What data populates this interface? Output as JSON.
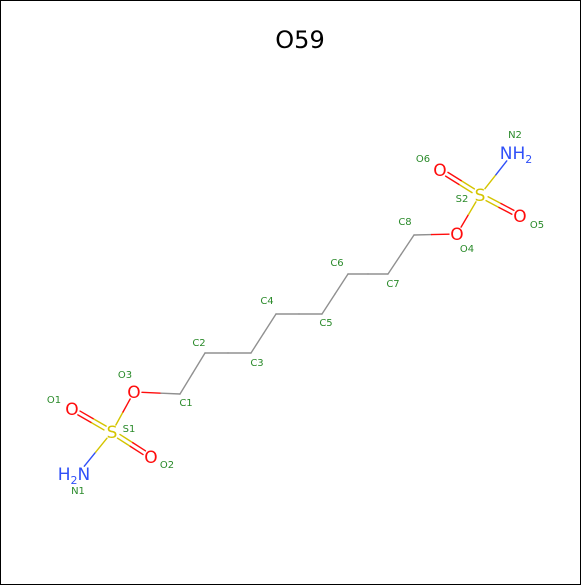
{
  "title": "O59",
  "colors": {
    "carbon_bond": "#909090",
    "oxygen": "#ff0d0d",
    "nitrogen": "#3050f8",
    "sulfur": "#d4c400",
    "label": "#2a8a2a",
    "title": "#000000",
    "border": "#000000"
  },
  "atoms": [
    {
      "id": "C1",
      "symbol": "C",
      "label": "C1"
    },
    {
      "id": "C2",
      "symbol": "C",
      "label": "C2"
    },
    {
      "id": "C3",
      "symbol": "C",
      "label": "C3"
    },
    {
      "id": "C4",
      "symbol": "C",
      "label": "C4"
    },
    {
      "id": "C5",
      "symbol": "C",
      "label": "C5"
    },
    {
      "id": "C6",
      "symbol": "C",
      "label": "C6"
    },
    {
      "id": "C7",
      "symbol": "C",
      "label": "C7"
    },
    {
      "id": "C8",
      "symbol": "C",
      "label": "C8"
    },
    {
      "id": "O1",
      "symbol": "O",
      "label": "O1",
      "text": "O"
    },
    {
      "id": "O2",
      "symbol": "O",
      "label": "O2",
      "text": "O"
    },
    {
      "id": "O3",
      "symbol": "O",
      "label": "O3",
      "text": "O"
    },
    {
      "id": "O4",
      "symbol": "O",
      "label": "O4",
      "text": "O"
    },
    {
      "id": "O5",
      "symbol": "O",
      "label": "O5",
      "text": "O"
    },
    {
      "id": "O6",
      "symbol": "O",
      "label": "O6",
      "text": "O"
    },
    {
      "id": "S1",
      "symbol": "S",
      "label": "S1",
      "text": "S"
    },
    {
      "id": "S2",
      "symbol": "S",
      "label": "S2",
      "text": "S"
    },
    {
      "id": "N1",
      "symbol": "N",
      "label": "N1",
      "text": "H",
      "sub": "2",
      "tail": "N"
    },
    {
      "id": "N2",
      "symbol": "N",
      "label": "N2",
      "text": "NH",
      "sub": "2"
    }
  ],
  "bonds": [
    {
      "a": "N1",
      "b": "S1",
      "order": 1
    },
    {
      "a": "S1",
      "b": "O1",
      "order": 2
    },
    {
      "a": "S1",
      "b": "O2",
      "order": 2
    },
    {
      "a": "S1",
      "b": "O3",
      "order": 1
    },
    {
      "a": "O3",
      "b": "C1",
      "order": 1
    },
    {
      "a": "C1",
      "b": "C2",
      "order": 1
    },
    {
      "a": "C2",
      "b": "C3",
      "order": 1
    },
    {
      "a": "C3",
      "b": "C4",
      "order": 1
    },
    {
      "a": "C4",
      "b": "C5",
      "order": 1
    },
    {
      "a": "C5",
      "b": "C6",
      "order": 1
    },
    {
      "a": "C6",
      "b": "C7",
      "order": 1
    },
    {
      "a": "C7",
      "b": "C8",
      "order": 1
    },
    {
      "a": "C8",
      "b": "O4",
      "order": 1
    },
    {
      "a": "O4",
      "b": "S2",
      "order": 1
    },
    {
      "a": "S2",
      "b": "O5",
      "order": 2
    },
    {
      "a": "S2",
      "b": "O6",
      "order": 2
    },
    {
      "a": "S2",
      "b": "N2",
      "order": 1
    }
  ]
}
